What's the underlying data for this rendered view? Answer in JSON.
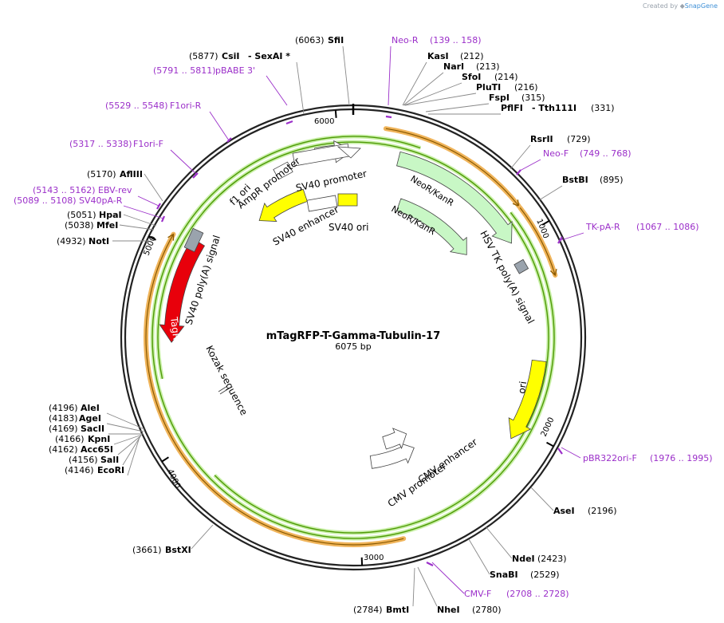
{
  "watermark": {
    "prefix": "Created by",
    "brand": "SnapGene"
  },
  "plasmid": {
    "name": "mTagRFP-T-Gamma-Tubulin-17",
    "length_label": "6075 bp",
    "length": 6075
  },
  "ticks": [
    {
      "label": "1000",
      "pos": 1000
    },
    {
      "label": "2000",
      "pos": 2000
    },
    {
      "label": "3000",
      "pos": 3000
    },
    {
      "label": "4000",
      "pos": 4000
    },
    {
      "label": "5000",
      "pos": 5000
    },
    {
      "label": "6000",
      "pos": 6000
    }
  ],
  "sites": [
    {
      "pos_label": "(6063)",
      "name": "SfiI"
    },
    {
      "pos_label": "(5877)",
      "name": "CsiI",
      "suffix": "- SexAI *"
    },
    {
      "pos_label": "(212)",
      "name": "KasI"
    },
    {
      "pos_label": "(213)",
      "name": "NarI"
    },
    {
      "pos_label": "(214)",
      "name": "SfoI"
    },
    {
      "pos_label": "(216)",
      "name": "PluTI"
    },
    {
      "pos_label": "(315)",
      "name": "FspI"
    },
    {
      "pos_label": "(331)",
      "name": "PflFI",
      "suffix": "- Tth111I"
    },
    {
      "pos_label": "(729)",
      "name": "RsrII"
    },
    {
      "pos_label": "(895)",
      "name": "BstBI"
    },
    {
      "pos_label": "(2196)",
      "name": "AseI"
    },
    {
      "pos_label": "(2423)",
      "name": "NdeI"
    },
    {
      "pos_label": "(2529)",
      "name": "SnaBI"
    },
    {
      "pos_label": "(2780)",
      "name": "NheI"
    },
    {
      "pos_label": "(2784)",
      "name": "BmtI"
    },
    {
      "pos_label": "(3661)",
      "name": "BstXI"
    },
    {
      "pos_label": "(4196)",
      "name": "AleI"
    },
    {
      "pos_label": "(4183)",
      "name": "AgeI"
    },
    {
      "pos_label": "(4169)",
      "name": "SacII"
    },
    {
      "pos_label": "(4166)",
      "name": "KpnI"
    },
    {
      "pos_label": "(4162)",
      "name": "Acc65I"
    },
    {
      "pos_label": "(4156)",
      "name": "SalI"
    },
    {
      "pos_label": "(4146)",
      "name": "EcoRI"
    },
    {
      "pos_label": "(5170)",
      "name": "AflIII"
    },
    {
      "pos_label": "(5051)",
      "name": "HpaI"
    },
    {
      "pos_label": "(5038)",
      "name": "MfeI"
    },
    {
      "pos_label": "(4932)",
      "name": "NotI"
    }
  ],
  "primers": [
    {
      "name": "Neo-R",
      "range": "(139 .. 158)"
    },
    {
      "name": "pBABE 3'",
      "range": "(5791 .. 5811)"
    },
    {
      "name": "F1ori-R",
      "range": "(5529 .. 5548)"
    },
    {
      "name": "F1ori-F",
      "range": "(5317 .. 5338)"
    },
    {
      "name": "EBV-rev",
      "range": "(5143 .. 5162)"
    },
    {
      "name": "SV40pA-R",
      "range": "(5089 .. 5108)"
    },
    {
      "name": "Neo-F",
      "range": "(749 .. 768)"
    },
    {
      "name": "TK-pA-R",
      "range": "(1067 .. 1086)"
    },
    {
      "name": "pBR322ori-F",
      "range": "(1976 .. 1995)"
    },
    {
      "name": "CMV-F",
      "range": "(2708 .. 2728)"
    }
  ],
  "features": {
    "neo_kan_outer": "NeoR/KanR",
    "neo_kan_inner": "NeoR/KanR",
    "sv40_promoter": "SV40 promoter",
    "sv40_enhancer": "SV40 enhancer",
    "sv40_ori": "SV40 ori",
    "ampr_promoter": "AmpR promoter",
    "f1_ori": "f1 ori",
    "sv40_polya": "SV40 poly(A) signal",
    "hsv_tk_polya": "HSV TK poly(A) signal",
    "ori": "ori",
    "cmv_enhancer": "CMV enhancer",
    "cmv_promoter": "CMV promoter",
    "tagrfp": "TagRFP-T",
    "kozak": "Kozak sequence"
  },
  "colors": {
    "backbone": "#222222",
    "primer": "#9b2fc9",
    "tagrfp": "#e8000b",
    "yellow_feature": "#ffff00",
    "neo_feature": "#c8f7c5",
    "gray_feature": "#9aa3ad",
    "orf_orange": "#f0b45a",
    "orf_green": "#4e9a06"
  }
}
